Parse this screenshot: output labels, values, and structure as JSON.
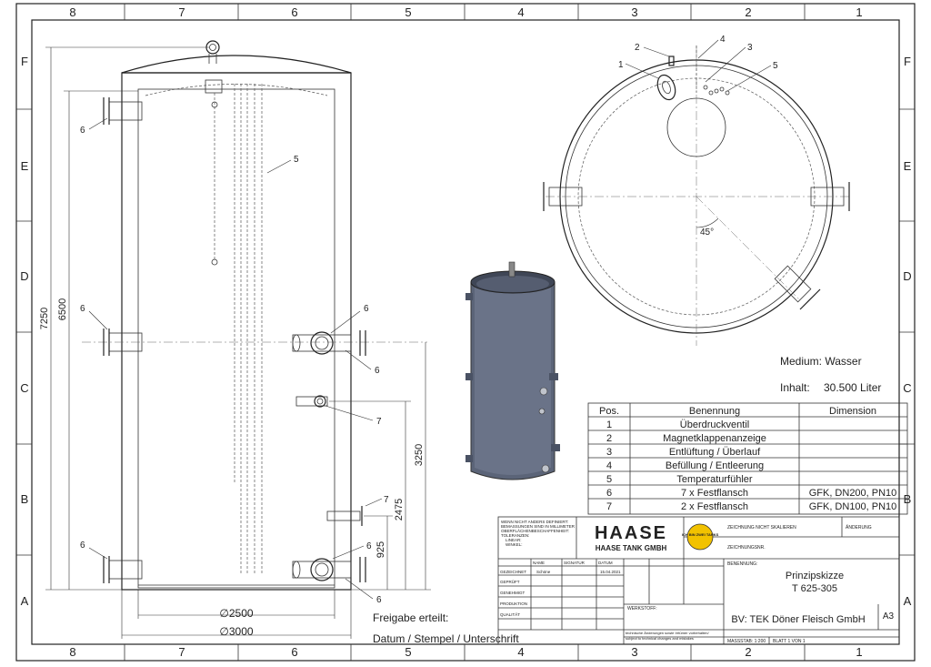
{
  "frame": {
    "columns": [
      "8",
      "7",
      "6",
      "5",
      "4",
      "3",
      "2",
      "1"
    ],
    "rows": [
      "F",
      "E",
      "D",
      "C",
      "B",
      "A"
    ]
  },
  "side_view": {
    "callouts": [
      "6",
      "5",
      "6",
      "6",
      "6",
      "7",
      "7",
      "6",
      "6",
      "6"
    ],
    "dims": {
      "total_height": "7250",
      "shell_height": "6500",
      "h1": "3250",
      "h2": "2475",
      "h3": "925",
      "inner_diameter": "∅2500",
      "outer_diameter": "∅3000"
    }
  },
  "top_view": {
    "callouts": [
      "1",
      "2",
      "3",
      "4",
      "5"
    ],
    "angle": "45°"
  },
  "info": {
    "medium": "Medium: Wasser",
    "inhalt_label": "Inhalt:",
    "inhalt_value": "30.500 Liter",
    "release_1": "Freigabe erteilt:",
    "release_2": "Datum / Stempel / Unterschrift"
  },
  "parts_table": {
    "headers": [
      "Pos.",
      "Benennung",
      "Dimension"
    ],
    "rows": [
      [
        "1",
        "Überdruckventil",
        ""
      ],
      [
        "2",
        "Magnetklappenanzeige",
        ""
      ],
      [
        "3",
        "Entlüftung / Überlauf",
        ""
      ],
      [
        "4",
        "Befüllung / Entleerung",
        ""
      ],
      [
        "5",
        "Temperaturfühler",
        ""
      ],
      [
        "6",
        "7 x Festflansch",
        "GFK, DN200, PN10"
      ],
      [
        "7",
        "2 x Festflansch",
        "GFK, DN100, PN10"
      ]
    ]
  },
  "title_block": {
    "notes": [
      "WENN NICHT ANDERS DEFINIERT:",
      "BEMASSUNGEN SIND IN MILLIMETER",
      "OBERFLÄCHENBESCHAFFENHEIT:",
      "TOLERANZEN:",
      "LINEAR:",
      "WINKEL:"
    ],
    "col_heads": [
      "NAME",
      "SIGNATUR",
      "DATUM"
    ],
    "row_labels": [
      "GEZEICHNET",
      "GEPRÜFT",
      "GENEHMIGT",
      "PRODUKTION",
      "QUALITÄT"
    ],
    "drawn_name": "Schöne",
    "drawn_date": "15.04.2021",
    "logo": "HAASE",
    "company": "HAASE TANK GMBH",
    "badge": "ICH BIN ZWEI TANKS",
    "no_scale": "ZEICHNUNG NICHT SKALIEREN",
    "change": "ÄNDERUNG",
    "drawing_no": "ZEICHNUNGSNR.",
    "designation_label": "BENENNUNG:",
    "designation_1": "Prinzipskizze",
    "designation_2": "T 625-305",
    "material_label": "WERKSTOFF:",
    "project": "BV: TEK Döner Fleisch GmbH",
    "format": "A3",
    "disclaimer_1": "technische Änderungen sowie Irrtümer vorbehalten/",
    "disclaimer_2": "subject to technical changes and mistakes",
    "scale": "MASSSTAB: 1:200",
    "sheet": "BLATT 1 VON 1"
  },
  "colors": {
    "tank_body": "#5b6478",
    "tank_dark": "#3f4656",
    "line": "#222222"
  }
}
